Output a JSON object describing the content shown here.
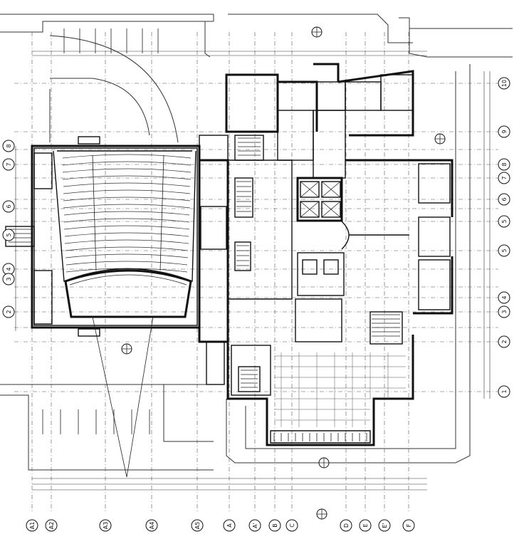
{
  "drawing": {
    "bottom_gridlines": [
      {
        "id": "a1",
        "label": "A1"
      },
      {
        "id": "a2",
        "label": "A2"
      },
      {
        "id": "a3",
        "label": "A3"
      },
      {
        "id": "a4",
        "label": "A4"
      },
      {
        "id": "a5",
        "label": "A5"
      },
      {
        "id": "a",
        "label": "A"
      },
      {
        "id": "a6",
        "label": "A'"
      },
      {
        "id": "b",
        "label": "B"
      },
      {
        "id": "c",
        "label": "C"
      },
      {
        "id": "d",
        "label": "D"
      },
      {
        "id": "e",
        "label": "E"
      },
      {
        "id": "e2",
        "label": "E'"
      },
      {
        "id": "f",
        "label": "F"
      }
    ],
    "right_gridlines": [
      {
        "id": "r10",
        "label": "10"
      },
      {
        "id": "r9",
        "label": "9"
      },
      {
        "id": "r8",
        "label": "8"
      },
      {
        "id": "r7",
        "label": "7"
      },
      {
        "id": "r6",
        "label": "6"
      },
      {
        "id": "r5b",
        "label": "5"
      },
      {
        "id": "r5",
        "label": "5"
      },
      {
        "id": "r4",
        "label": "4"
      },
      {
        "id": "r3",
        "label": "3"
      },
      {
        "id": "r2",
        "label": "2"
      },
      {
        "id": "r1",
        "label": "1"
      }
    ],
    "left_gridlines": [
      {
        "id": "l8",
        "label": "8"
      },
      {
        "id": "l7",
        "label": "7"
      },
      {
        "id": "l6",
        "label": "6"
      },
      {
        "id": "l5",
        "label": "5"
      },
      {
        "id": "l4",
        "label": "4"
      },
      {
        "id": "l3",
        "label": "3"
      },
      {
        "id": "l2",
        "label": "2"
      }
    ],
    "wall_color": "#111111",
    "grid_color": "#555555",
    "background_color": "#ffffff"
  }
}
